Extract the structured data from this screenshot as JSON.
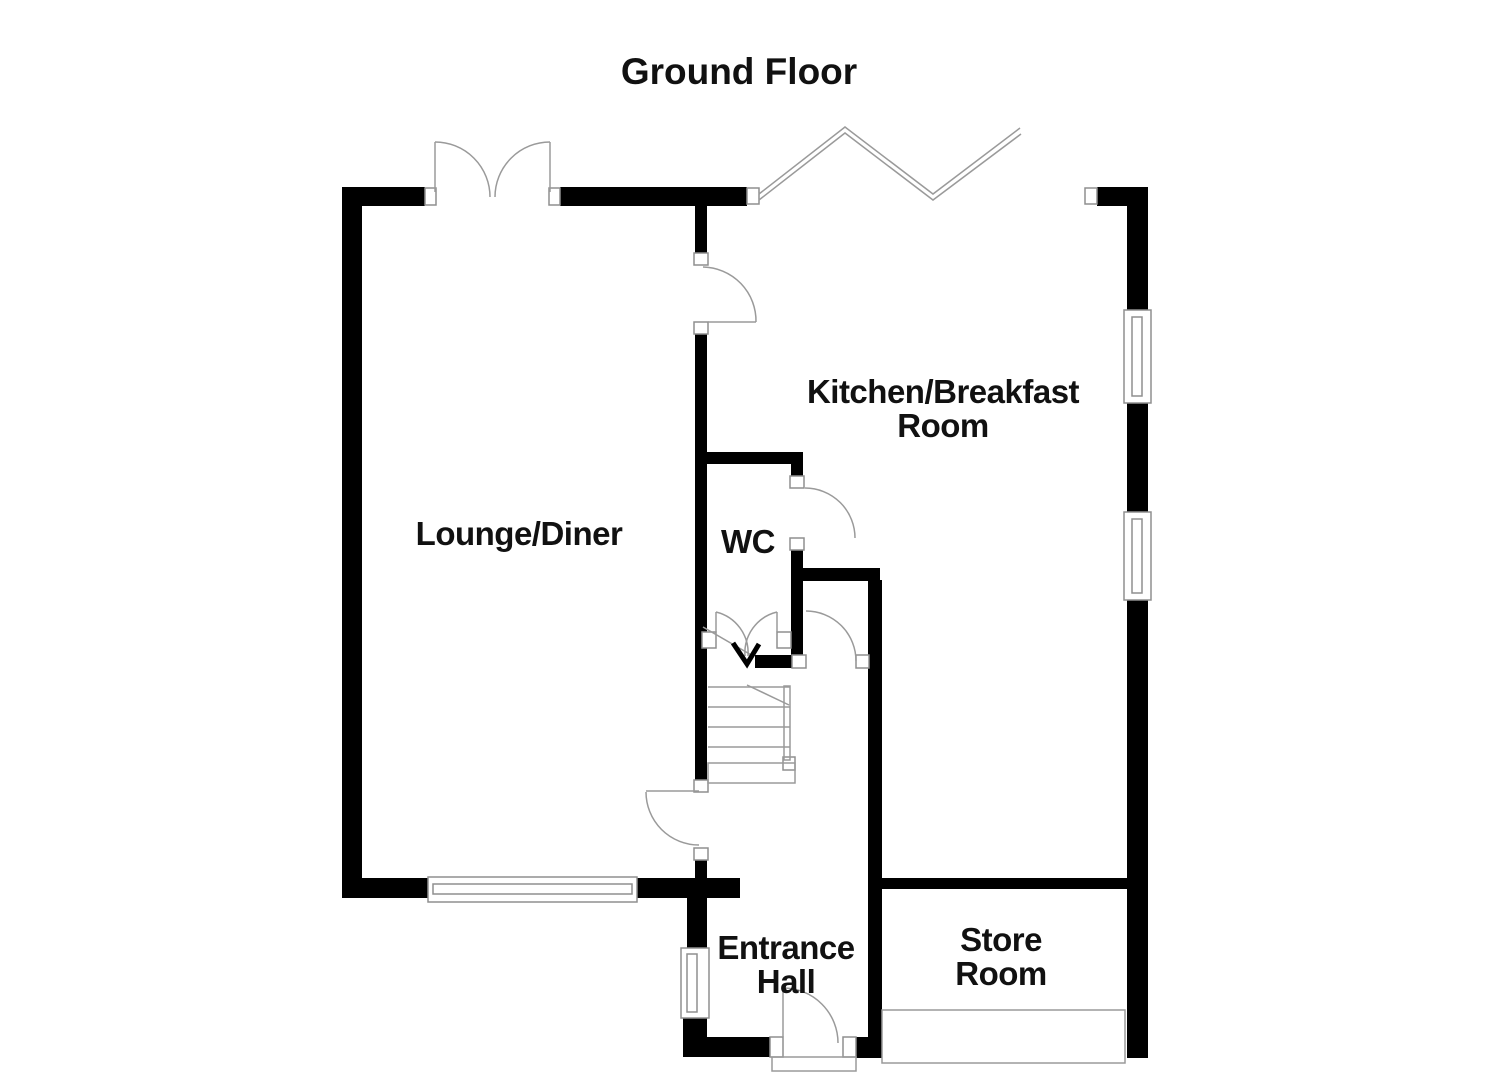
{
  "title": "Ground Floor",
  "rooms": {
    "lounge_diner": {
      "name": "Lounge/Diner"
    },
    "kitchen_breakfast": {
      "line1": "Kitchen/Breakfast",
      "line2": "Room"
    },
    "wc": {
      "name": "WC"
    },
    "entrance_hall": {
      "line1": "Entrance",
      "line2": "Hall"
    },
    "store_room": {
      "line1": "Store",
      "line2": "Room"
    }
  },
  "colors": {
    "wall": "#000000",
    "background": "#ffffff",
    "annotation_line": "#9a9a9a",
    "text": "#111111"
  }
}
